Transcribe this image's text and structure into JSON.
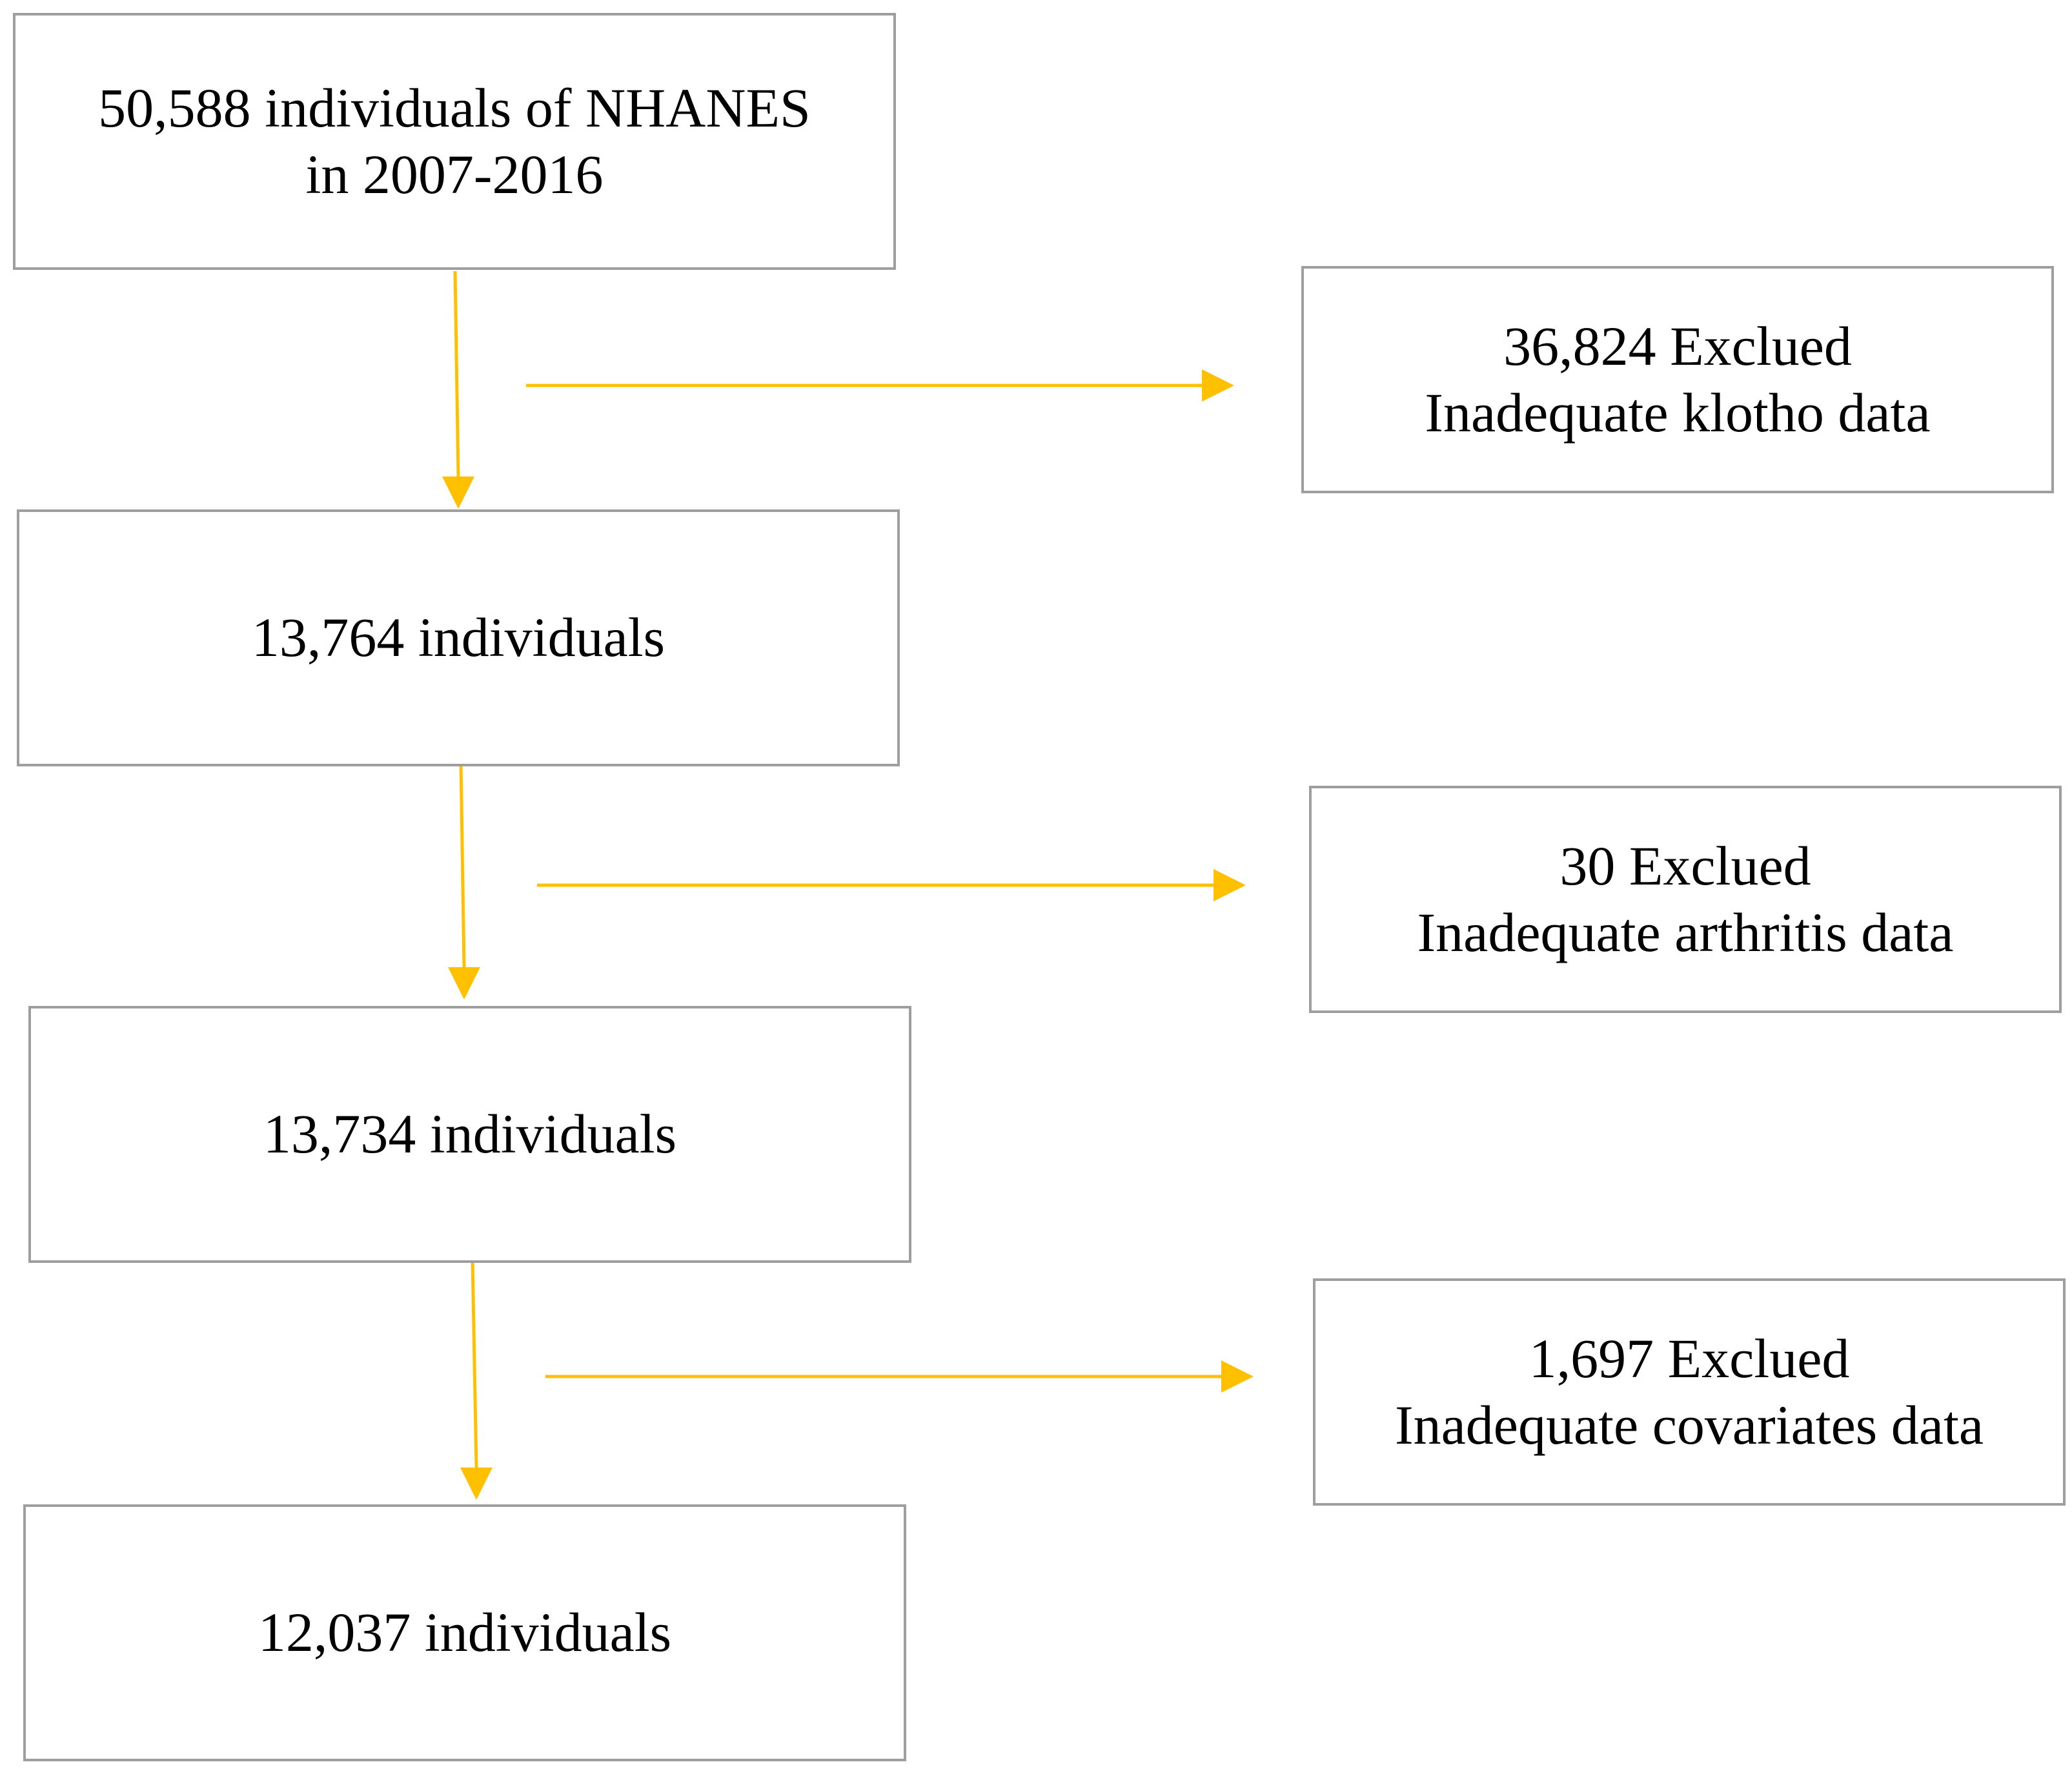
{
  "flowchart": {
    "steps": [
      {
        "line1": "50,588 individuals of NHANES",
        "line2": "in 2007-2016"
      },
      {
        "line1": "13,764 individuals"
      },
      {
        "line1": "13,734 individuals"
      },
      {
        "line1": "12,037 individuals"
      }
    ],
    "exclusions": [
      {
        "count": "36,824 Exclued",
        "reason": "Inadequate klotho data"
      },
      {
        "count": "30 Exclued",
        "reason": "Inadequate arthritis data"
      },
      {
        "count": "1,697 Exclued",
        "reason": "Inadequate covariates data"
      }
    ]
  },
  "colors": {
    "box_border": "#9e9e9e",
    "arrow": "#ffc000",
    "text": "#000000"
  }
}
